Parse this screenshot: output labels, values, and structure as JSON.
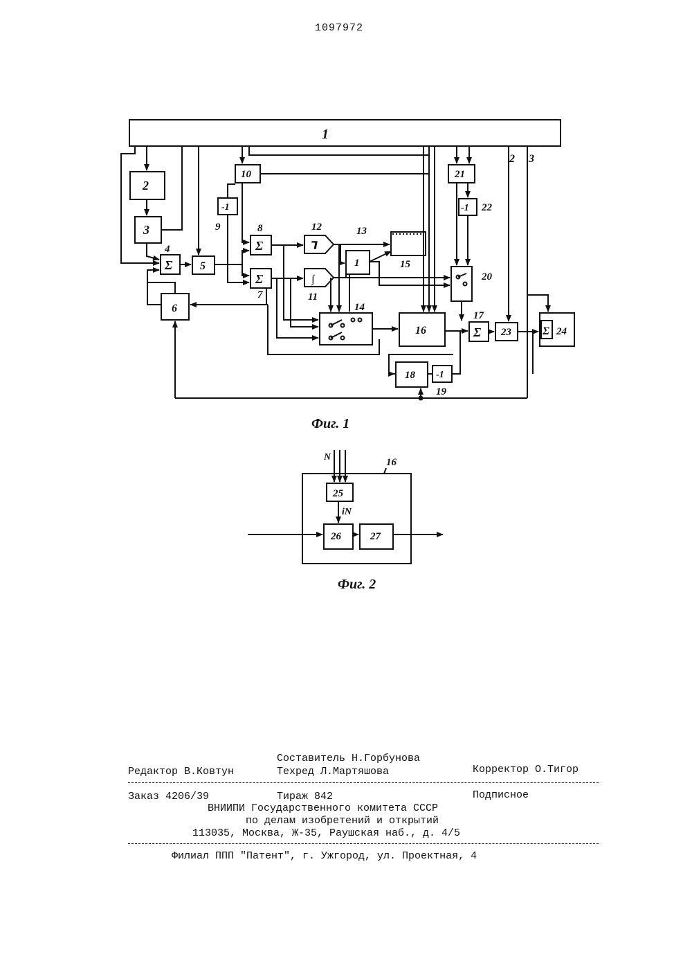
{
  "page_number": "1097972",
  "fig1": {
    "caption": "Фиг. 1",
    "blocks": {
      "b1": "1",
      "b2": "2",
      "b3": "3",
      "b4": "Σ",
      "b5": "5",
      "b6": "6",
      "b7": "Σ",
      "b8": "Σ",
      "b9": "-1",
      "b10": "10",
      "b11": "∫",
      "b12": "⅂",
      "b13": "1",
      "b16": "16",
      "b17": "Σ",
      "b18": "18",
      "b19": "-1",
      "b21": "21",
      "b22": "-1",
      "b23": "23",
      "b24": "Σ"
    },
    "labels": {
      "n2": "2",
      "n3": "3",
      "n4": "4",
      "n7": "7",
      "n8": "8",
      "n9": "9",
      "n11": "11",
      "n12": "12",
      "n13": "13",
      "n14": "14",
      "n15": "15",
      "n17": "17",
      "n19": "19",
      "n20": "20",
      "n22": "22",
      "n24": "24"
    }
  },
  "fig2": {
    "caption": "Фиг. 2",
    "block_label": "16",
    "input_label": "N",
    "index_label": "iN",
    "b25": "25",
    "b26": "26",
    "b27": "27"
  },
  "colophon": {
    "compiler": "Составитель Н.Горбунова",
    "editor": "Редактор В.Ковтун",
    "techred": "Техред Л.Мартяшова",
    "corrector": "Корректор О.Тигор",
    "order": "Заказ 4206/39",
    "circulation": "Тираж 842",
    "subscription": "Подписное",
    "org_line1": "ВНИИПИ Государственного комитета СССР",
    "org_line2": "по делам изобретений и открытий",
    "address": "113035, Москва, Ж-35, Раушская наб., д. 4/5",
    "branch": "Филиал ППП \"Патент\", г. Ужгород, ул. Проектная, 4"
  }
}
